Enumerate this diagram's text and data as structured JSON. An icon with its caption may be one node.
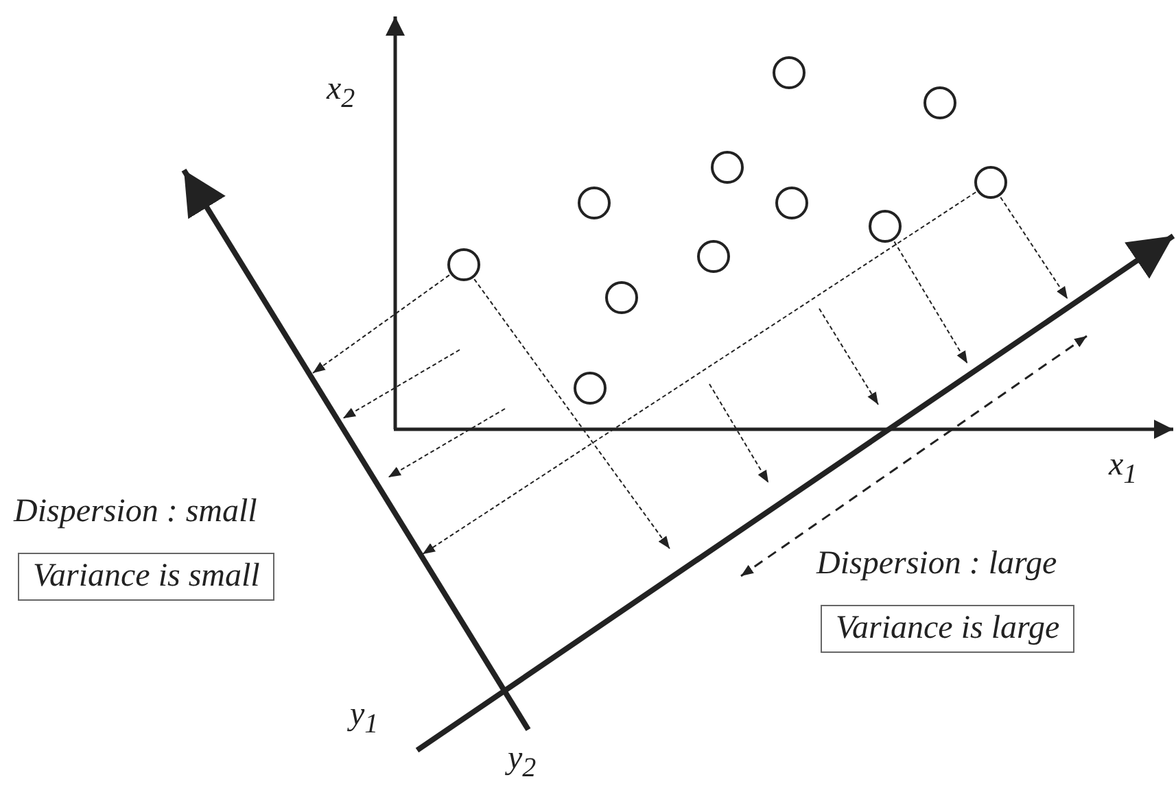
{
  "diagram": {
    "nodes": [
      {
        "text": [],
        "shape": "circle"
      },
      {
        "text": [],
        "shape": "circle"
      },
      {
        "text": [],
        "shape": "circle"
      },
      {
        "text": [],
        "shape": "circle"
      },
      {
        "text": [],
        "shape": "circle"
      },
      {
        "text": [],
        "shape": "circle"
      },
      {
        "text": [],
        "shape": "circle"
      },
      {
        "text": [],
        "shape": "circle"
      },
      {
        "text": [],
        "shape": "circle"
      },
      {
        "text": [],
        "shape": "circle"
      },
      {
        "text": [],
        "shape": "circle"
      },
      {
        "text": [
          "Variance is small"
        ],
        "beside": [
          "Dispersion : small"
        ]
      },
      {
        "text": [
          "Variance is large"
        ],
        "beside": [
          "Dispersion : large"
        ]
      }
    ],
    "edges": [
      {
        "from": 8,
        "to": null,
        "arrow": "to",
        "style": "dashed"
      },
      {
        "from": 8,
        "to": null,
        "arrow": "to",
        "style": "dashed"
      },
      {
        "from": 3,
        "to": null,
        "arrow": "to",
        "style": "dashed"
      },
      {
        "from": 3,
        "to": null,
        "arrow": "to",
        "style": "dashed"
      },
      {
        "from": 6,
        "to": null,
        "arrow": "to",
        "style": "dashed"
      }
    ],
    "labels": [
      "x$_{2}$",
      "x$_{1}$",
      "y$_{1}$",
      "y$_{2}$"
    ]
  }
}
